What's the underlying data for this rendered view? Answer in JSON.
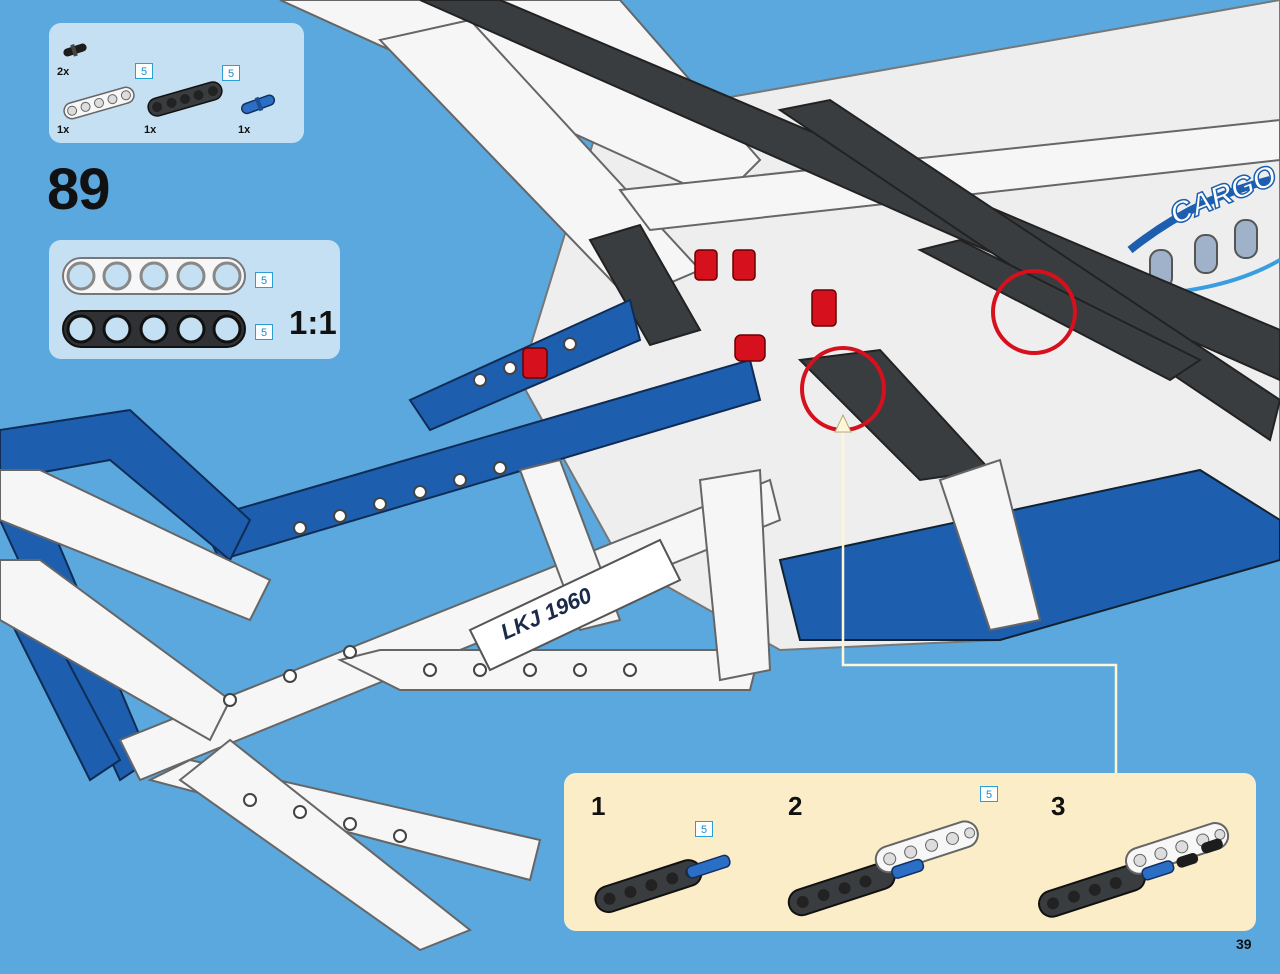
{
  "step": {
    "number": "89"
  },
  "page": {
    "number": "39"
  },
  "parts": [
    {
      "name": "black-pin",
      "quantity": "2x",
      "length": ""
    },
    {
      "name": "white-beam",
      "quantity": "1x",
      "length": "5"
    },
    {
      "name": "dark-gray-beam",
      "quantity": "1x",
      "length": "5"
    },
    {
      "name": "blue-axle-pin",
      "quantity": "1x",
      "length": ""
    }
  ],
  "scale_guide": {
    "label": "1:1",
    "beams": [
      {
        "color": "white",
        "length": "5"
      },
      {
        "color": "dark-gray",
        "length": "5"
      }
    ]
  },
  "sub_steps": [
    {
      "number": "1",
      "badge": "5"
    },
    {
      "number": "2",
      "badge": "5"
    },
    {
      "number": "3",
      "badge": ""
    }
  ],
  "model": {
    "tail_text": "CARGO",
    "registration": "LKJ 1960"
  },
  "colors": {
    "background": "#5aa8dd",
    "panel": "#c6e0f3",
    "sub_panel": "#fcedc9",
    "callout_circle": "#d6101d",
    "beam_blue": "#1d5fae",
    "beam_dark": "#3a3d40",
    "beam_white": "#f6f6f6"
  }
}
